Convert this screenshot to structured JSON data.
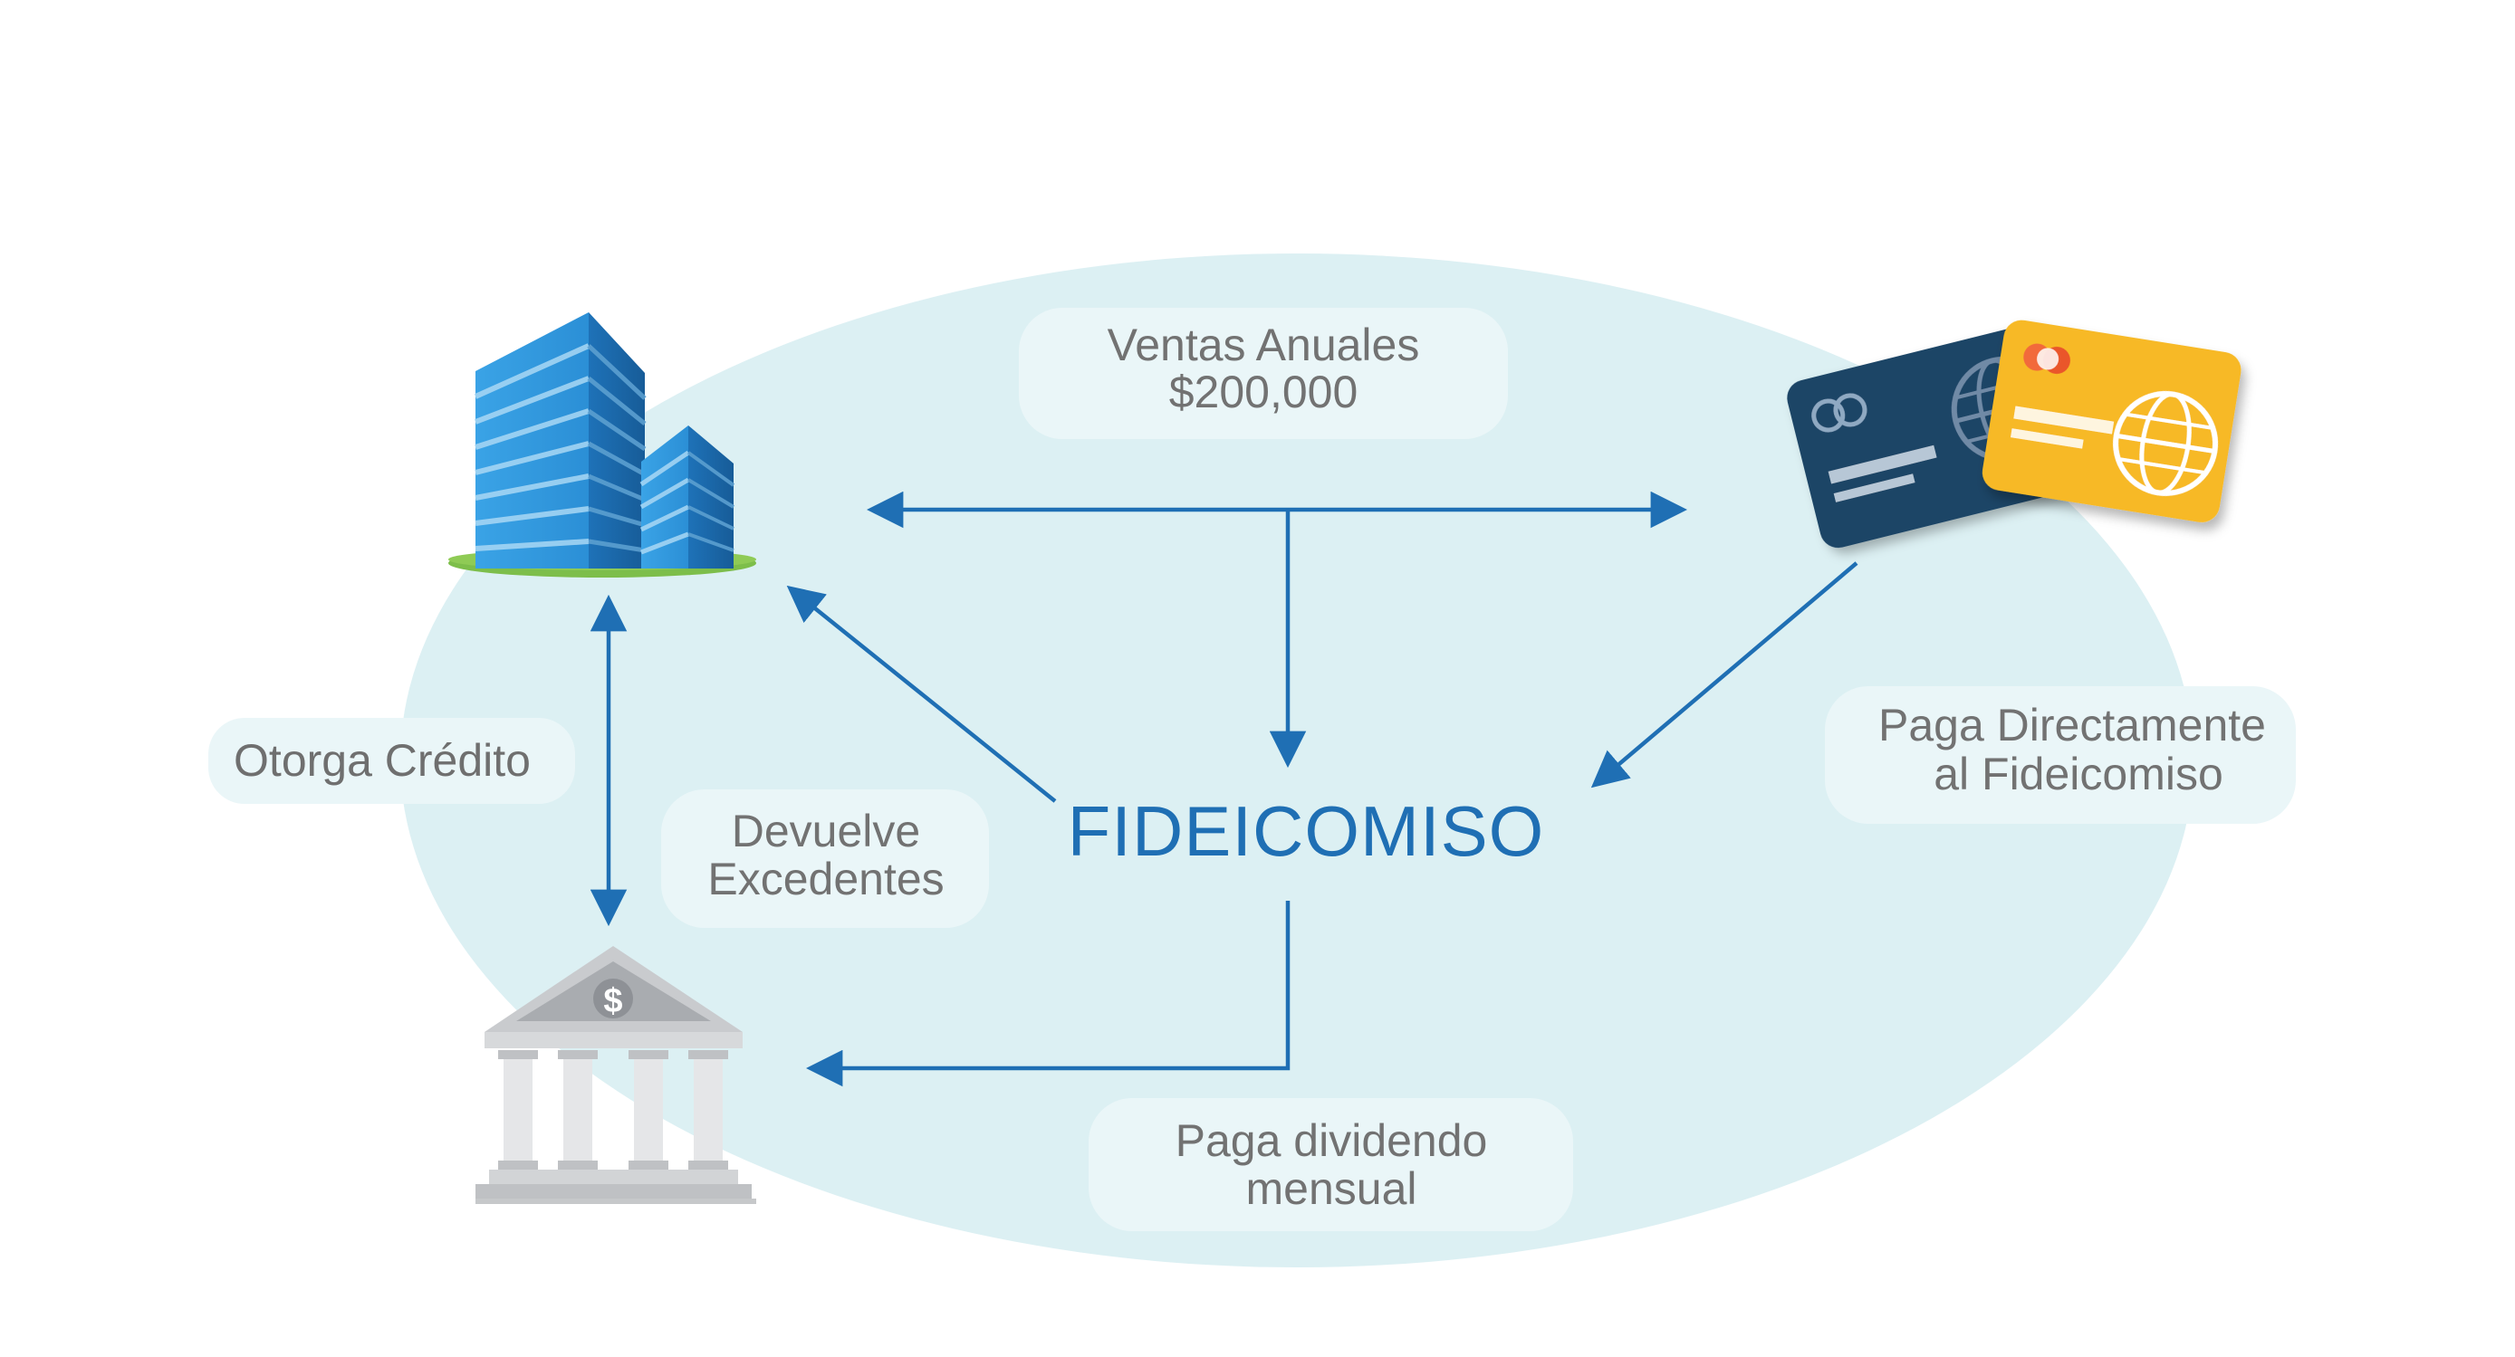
{
  "nodes": {
    "center": {
      "label": "FIDEICOMISO"
    },
    "company": {
      "icon": "office-buildings-icon"
    },
    "cards": {
      "icon": "credit-cards-icon"
    },
    "bank": {
      "icon": "bank-icon",
      "symbol": "$"
    }
  },
  "labels": {
    "ventas": {
      "line1": "Ventas Anuales",
      "line2": "$200,000"
    },
    "paga_directamente": {
      "line1": "Paga Directamente",
      "line2": "al Fideicomiso"
    },
    "otorga_credito": {
      "line1": "Otorga Crédito"
    },
    "devuelve_excedentes": {
      "line1": "Devuelve",
      "line2": "Excedentes"
    },
    "paga_dividendo": {
      "line1": "Paga dividendo",
      "line2": "mensual"
    }
  },
  "colors": {
    "ellipse": "#DCF0F3",
    "arrow": "#1F6FB4",
    "pill": "#EAF6F8",
    "label_text": "#727272",
    "center_text": "#1F6FB4"
  }
}
